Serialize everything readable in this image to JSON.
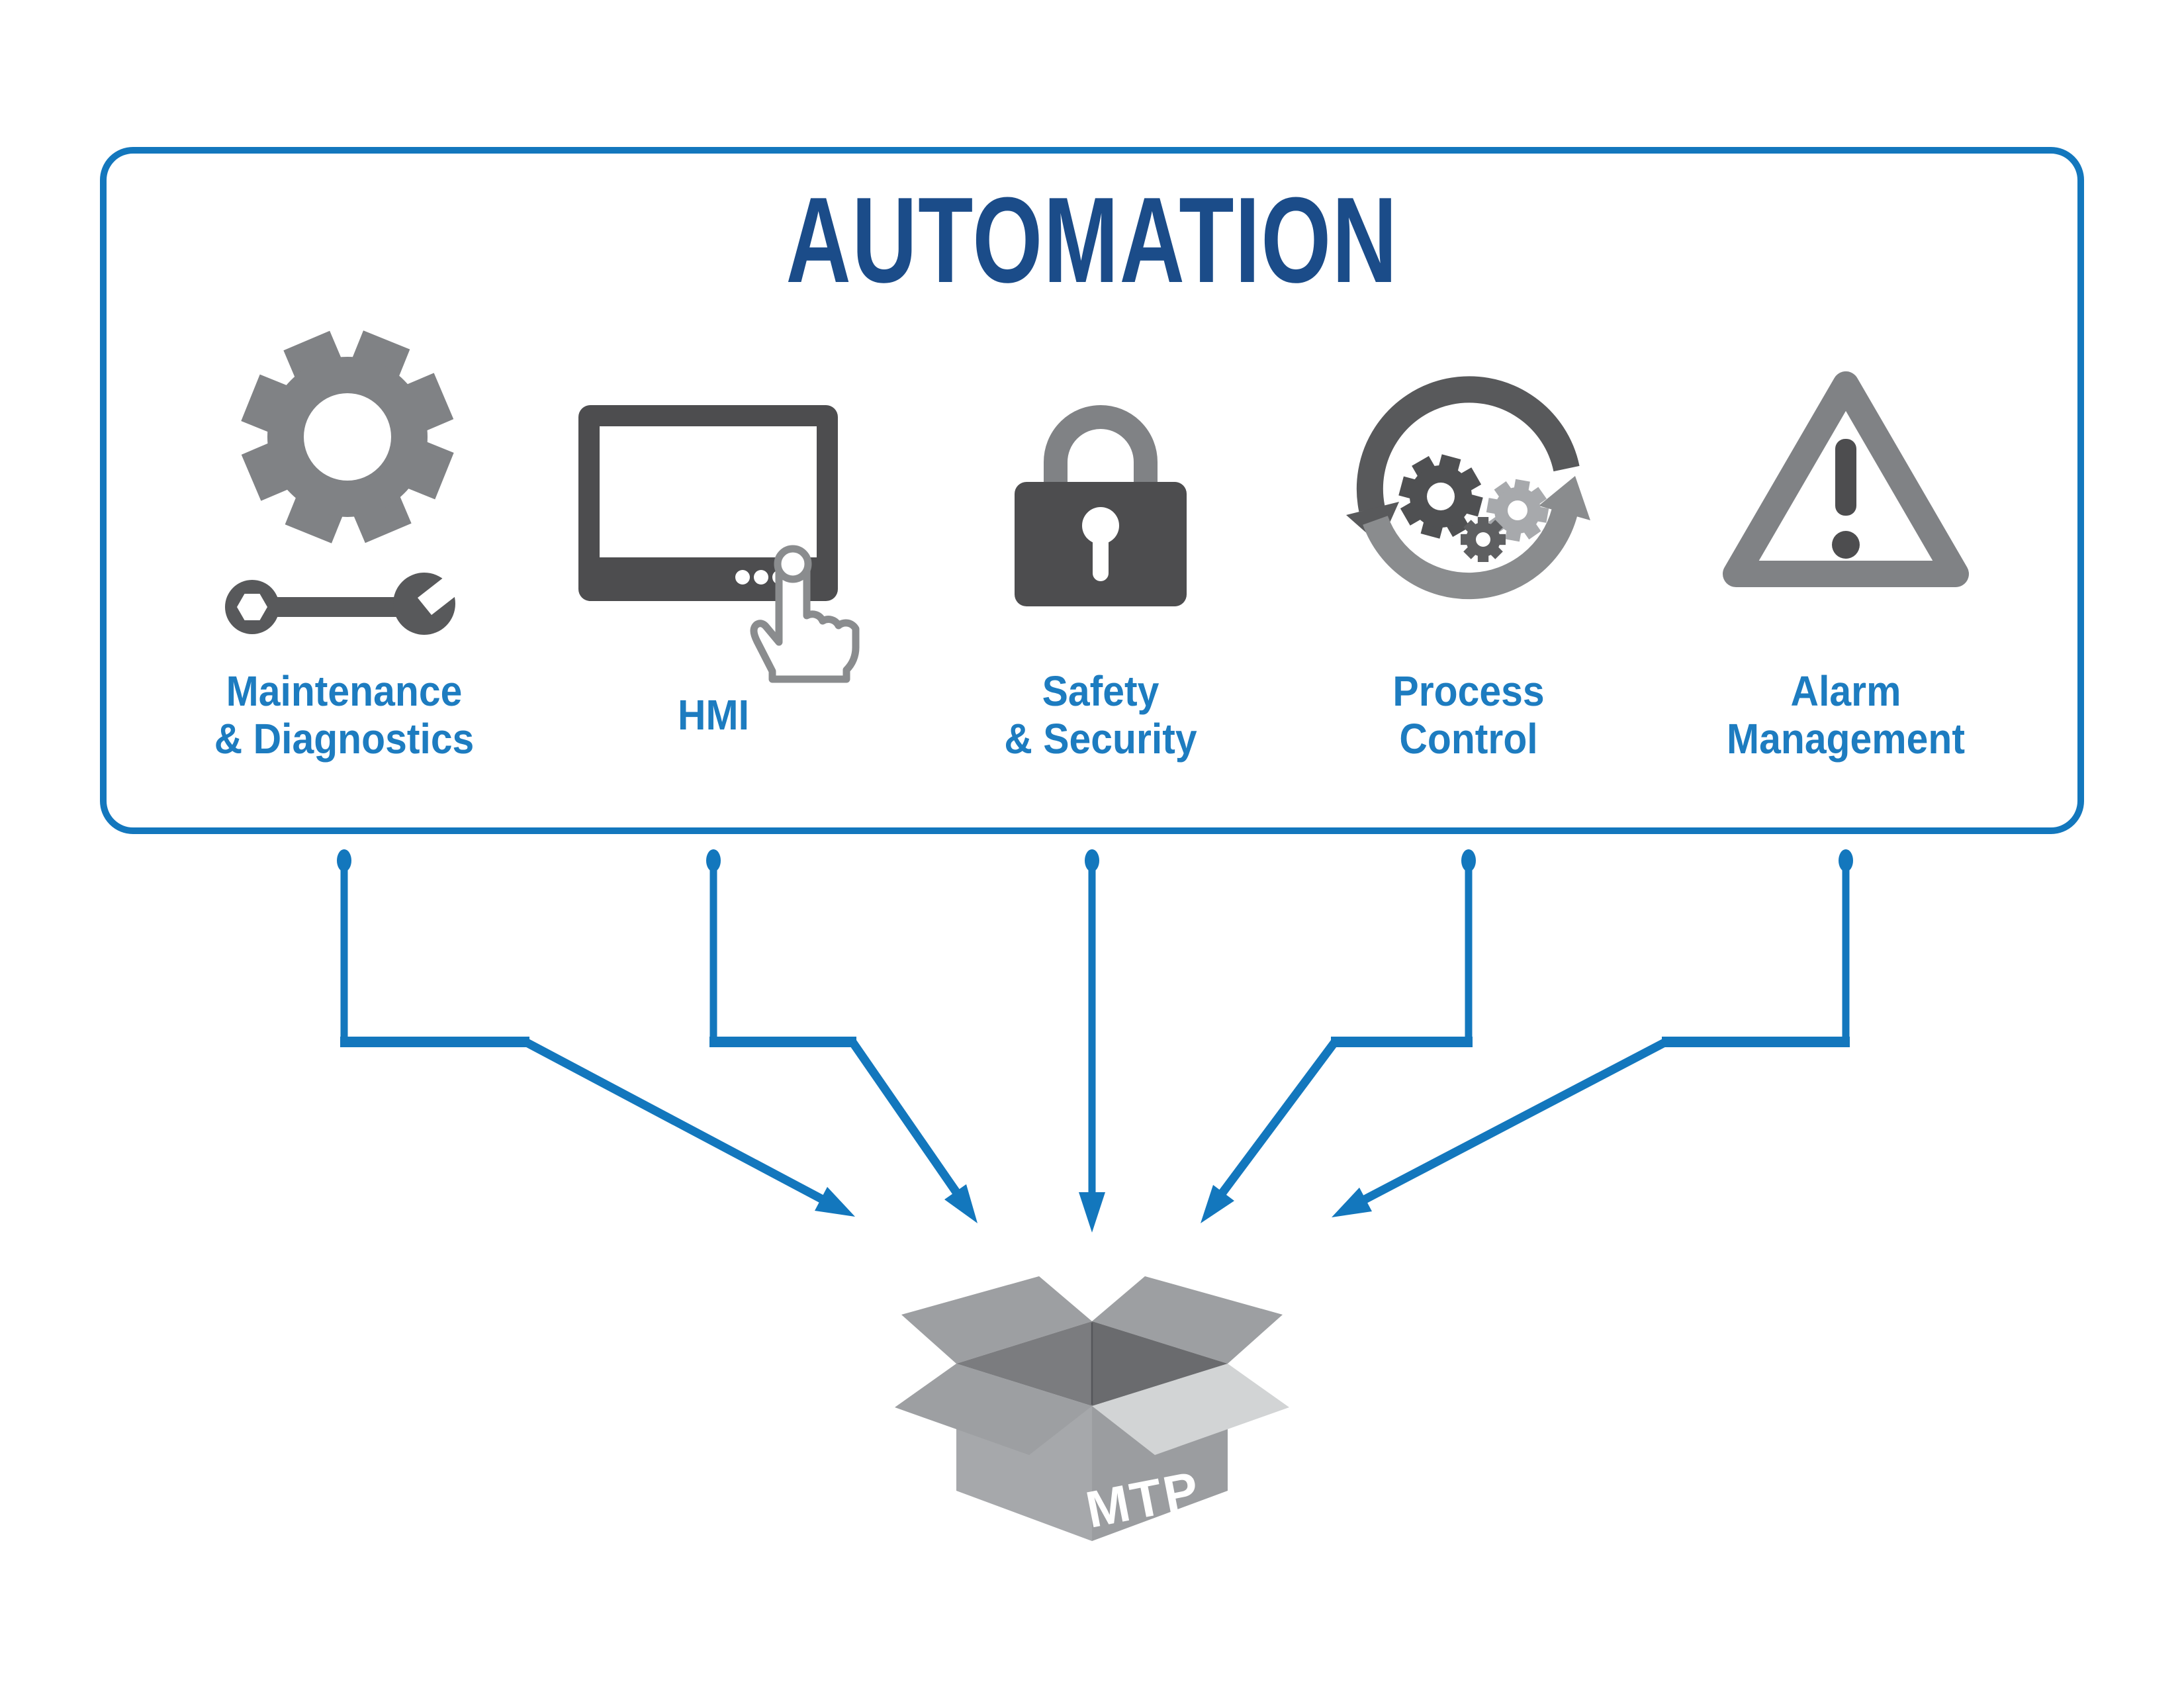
{
  "title": "AUTOMATION",
  "modules": [
    {
      "id": "maintenance-diagnostics",
      "label_line1": "Maintenance",
      "label_line2": "& Diagnostics",
      "icon": "gear-and-wrench-icon"
    },
    {
      "id": "hmi",
      "label_line1": "HMI",
      "label_line2": "",
      "icon": "hmi-touchscreen-icon"
    },
    {
      "id": "safety-security",
      "label_line1": "Safety",
      "label_line2": "& Security",
      "icon": "padlock-icon"
    },
    {
      "id": "process-control",
      "label_line1": "Process",
      "label_line2": "Control",
      "icon": "process-cycle-gears-icon"
    },
    {
      "id": "alarm-management",
      "label_line1": "Alarm",
      "label_line2": "Management",
      "icon": "warning-triangle-icon"
    }
  ],
  "package": {
    "label": "MTP"
  },
  "colors": {
    "border_blue": "#1377bd",
    "title_blue": "#1b4c89",
    "label_blue": "#1d7cc0",
    "connector_blue": "#1377bd",
    "icon_gray_mid": "#808285",
    "icon_gray_dark": "#4d4d4f",
    "icon_gray_steel": "#58595b",
    "icon_gray_light": "#a7a9ac",
    "box_flap": "#9d9fa2",
    "box_inner_left": "#7b7c7f",
    "box_inner_right": "#6a6b6e",
    "box_face_left": "#a6a8ab",
    "box_face_right": "#9b9da0",
    "box_flap_light": "#d2d4d5"
  }
}
